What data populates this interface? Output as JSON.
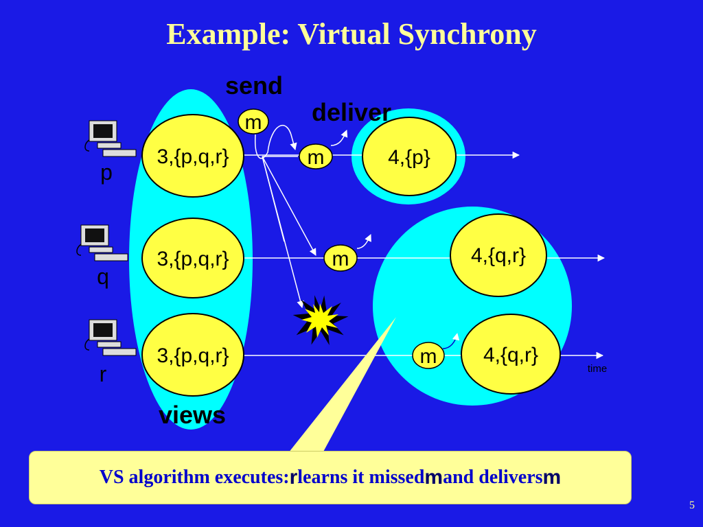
{
  "slide": {
    "title": "Example: Virtual Synchrony",
    "page_number": "5"
  },
  "processes": [
    {
      "name": "p",
      "view": "3,{p,q,r}"
    },
    {
      "name": "q",
      "view": "3,{p,q,r}"
    },
    {
      "name": "r",
      "view": "3,{p,q,r}"
    }
  ],
  "new_views": {
    "p": "4,{p}",
    "q": "4,{q,r}",
    "r": "4,{q,r}"
  },
  "labels": {
    "send": "send",
    "deliver": "deliver",
    "views": "views",
    "time": "time",
    "message": "m"
  },
  "callout": {
    "part1": "VS algorithm executes: ",
    "part2": "r",
    "part3": " learns it missed ",
    "part4": "m",
    "part5": " and delivers ",
    "part6": "m"
  },
  "colors": {
    "background": "#1a1ae6",
    "view_group": "#00ffff",
    "node_fill": "#ffff44",
    "title": "#ffff99",
    "callout_fill": "#ffff99"
  }
}
